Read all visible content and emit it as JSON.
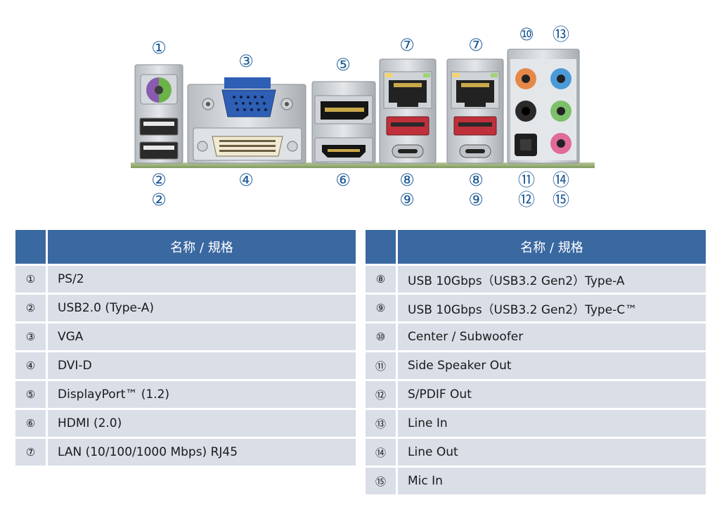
{
  "callouts": {
    "ps2": "①",
    "usb20_top": "②",
    "usb20_bottom": "②",
    "vga": "③",
    "dvi": "④",
    "displayport": "⑤",
    "hdmi": "⑥",
    "lan_1": "⑦",
    "lan_2": "⑦",
    "usba_1": "⑧",
    "usbc_1": "⑨",
    "usba_2": "⑧",
    "usbc_2": "⑨",
    "center_sub": "⑩",
    "side_speaker": "⑪",
    "spdif": "⑫",
    "line_in": "⑬",
    "line_out": "⑭",
    "mic_in": "⑮"
  },
  "colors": {
    "callout": "#1e5a96",
    "header": "#3a68a0",
    "row": "#d9dee7",
    "vga": "#2e5fb5",
    "usb_red": "#c0303a",
    "ps2_purple": "#8a5ab0",
    "ps2_green": "#6cb24a",
    "audio_orange": "#e6884a",
    "audio_blue": "#4a9ad8",
    "audio_green": "#7cc06a",
    "audio_pink": "#e06a9a"
  },
  "table_left": {
    "header": "名称 / 規格",
    "rows": [
      {
        "num": "①",
        "label": "PS/2"
      },
      {
        "num": "②",
        "label": "USB2.0 (Type-A)"
      },
      {
        "num": "③",
        "label": "VGA"
      },
      {
        "num": "④",
        "label": "DVI-D"
      },
      {
        "num": "⑤",
        "label": "DisplayPort™ (1.2)"
      },
      {
        "num": "⑥",
        "label": "HDMI (2.0)"
      },
      {
        "num": "⑦",
        "label": "LAN (10/100/1000 Mbps) RJ45"
      }
    ]
  },
  "table_right": {
    "header": "名称 / 規格",
    "rows": [
      {
        "num": "⑧",
        "label": "USB 10Gbps（USB3.2 Gen2）Type-A"
      },
      {
        "num": "⑨",
        "label": "USB 10Gbps（USB3.2 Gen2）Type-C™"
      },
      {
        "num": "⑩",
        "label": "Center / Subwoofer"
      },
      {
        "num": "⑪",
        "label": "Side Speaker Out"
      },
      {
        "num": "⑫",
        "label": "S/PDIF Out"
      },
      {
        "num": "⑬",
        "label": "Line In"
      },
      {
        "num": "⑭",
        "label": "Line Out"
      },
      {
        "num": "⑮",
        "label": "Mic In"
      }
    ]
  }
}
